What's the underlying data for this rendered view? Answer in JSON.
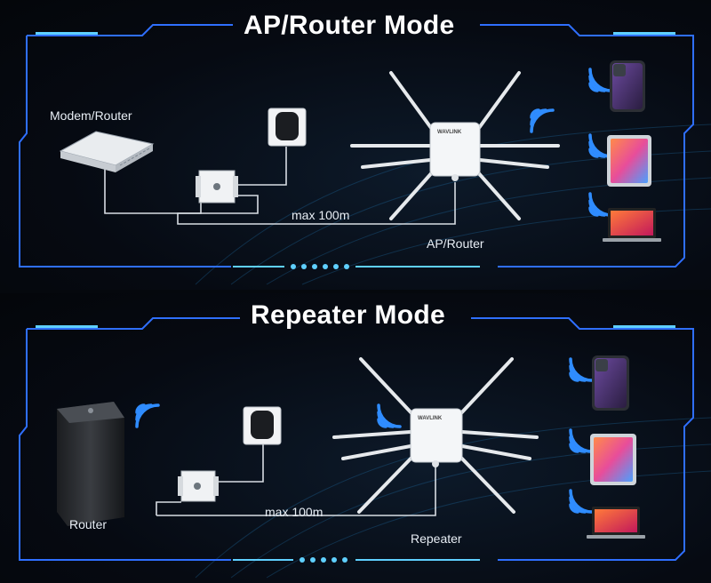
{
  "ap_panel": {
    "title": "AP/Router Mode",
    "modem_label": "Modem/Router",
    "distance_label": "max 100m",
    "ap_label": "AP/Router",
    "device_brand": "WAVLINK"
  },
  "repeater_panel": {
    "title": "Repeater Mode",
    "router_label": "Router",
    "distance_label": "max 100m",
    "repeater_label": "Repeater",
    "device_brand": "WAVLINK"
  },
  "colors": {
    "frame": "#2f6fff",
    "frame_glow": "#5fd0ff",
    "cable": "#d8dde3",
    "text": "#ffffff"
  },
  "icons": [
    "wifi-icon",
    "phone-icon",
    "tablet-icon",
    "laptop-icon",
    "power-adapter-icon",
    "poe-injector-icon",
    "modem-icon",
    "router-icon",
    "access-point-icon"
  ]
}
